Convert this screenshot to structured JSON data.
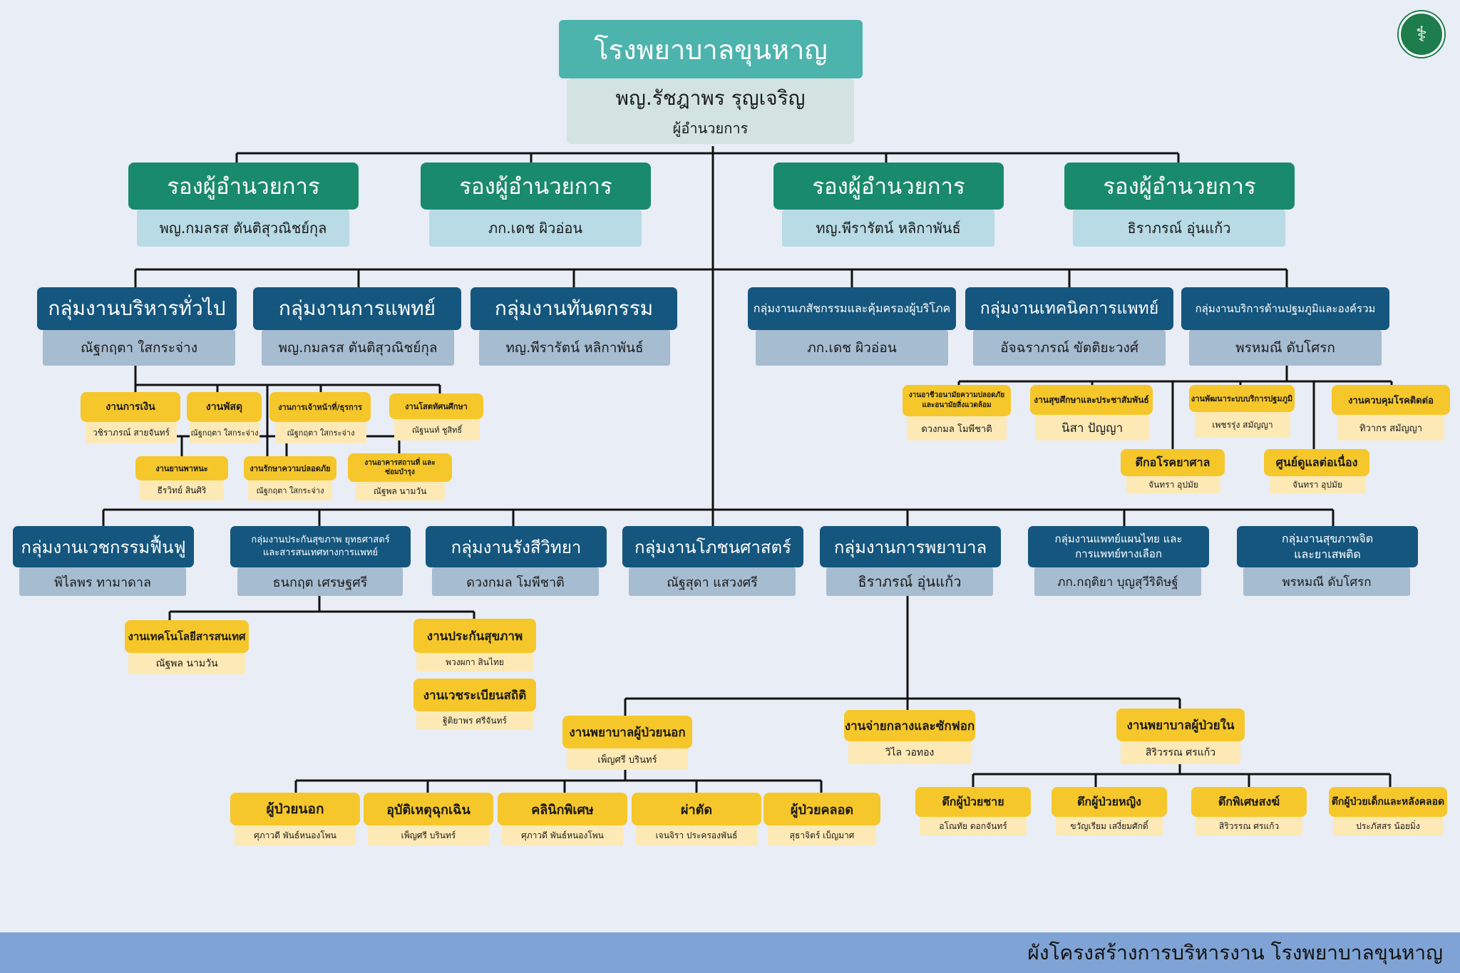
{
  "root": {
    "title": "โรงพยาบาลขุนหาญ",
    "name": "พญ.รัชฎาพร    รุญเจริญ",
    "position": "ผู้อำนวยการ"
  },
  "deputies": [
    {
      "title": "รองผู้อำนวยการ",
      "name": "พญ.กมลรส ตันติสุวณิชย์กุล"
    },
    {
      "title": "รองผู้อำนวยการ",
      "name": "ภก.เดช    ผิวอ่อน"
    },
    {
      "title": "รองผู้อำนวยการ",
      "name": "ทญ.พีรารัตน์  หลิกาพันธ์"
    },
    {
      "title": "รองผู้อำนวยการ",
      "name": "ธิราภรณ์  อุ่นแก้ว"
    }
  ],
  "groups_row1": [
    {
      "title": "กลุ่มงานบริหารทั่วไป",
      "name": "ณัฐกฤตา ใสกระจ่าง"
    },
    {
      "title": "กลุ่มงานการแพทย์",
      "name": "พญ.กมลรส ตันติสุวณิชย์กุล"
    },
    {
      "title": "กลุ่มงานทันตกรรม",
      "name": "ทญ.พีรารัตน์  หลิกาพันธ์"
    },
    {
      "title": "กลุ่มงานเภสัชกรรมและคุ้มครองผู้บริโภค",
      "name": "ภก.เดช    ผิวอ่อน"
    },
    {
      "title": "กลุ่มงานเทคนิคการแพทย์",
      "name": "อัจฉราภรณ์  ขัตติยะวงศ์"
    },
    {
      "title": "กลุ่มงานบริการด้านปฐมภูมิและองค์รวม",
      "name": "พรหมณี ดับโศรก"
    }
  ],
  "admin_units": [
    {
      "title": "งานการเงิน",
      "name": "วชิราภรณ์ สายจันทร์"
    },
    {
      "title": "งานพัสดุ",
      "name": "ณัฐกฤตา ใสกระจ่าง"
    },
    {
      "title": "งานการเจ้าหน้าที่/ธุรการ",
      "name": "ณัฐกฤตา ใสกระจ่าง"
    },
    {
      "title": "งานโสตทัศนศึกษา",
      "name": "ณัฐนนท์ ชูสิทธิ์"
    },
    {
      "title": "งานยานพาหนะ",
      "name": "ธีรวิทย์ สินศิริ"
    },
    {
      "title": "งานรักษาความปลอดภัย",
      "name": "ณัฐกฤตา ใสกระจ่าง"
    },
    {
      "title": "งานอาคารสถานที่ และซ่อมบำรุง",
      "name": "ณัฐพล นามวัน"
    }
  ],
  "primary_units": [
    {
      "title": "งานอาชีวอนามัยความปลอดภัย และอนามัยสิ่งแวดล้อม",
      "name": "ดวงกมล โมพีชาติ"
    },
    {
      "title": "งานสุขศึกษาและประชาสัมพันธ์",
      "name": "นิสา ปัญญา"
    },
    {
      "title": "งานพัฒนาระบบบริการปฐมภูมิ",
      "name": "เพชรรุ่ง สมัญญา"
    },
    {
      "title": "งานควบคุมโรคติดต่อ",
      "name": "ทิวากร สมัญญา"
    },
    {
      "title": "ตึกอโรคยาศาล",
      "name": "จันทรา อุปมัย"
    },
    {
      "title": "ศูนย์ดูแลต่อเนื่อง",
      "name": "จันทรา อุปมัย"
    }
  ],
  "groups_row2": [
    {
      "title": "กลุ่มงานเวชกรรมฟื้นฟู",
      "name": "พิไลพร  ทามาดาล"
    },
    {
      "title": "กลุ่มงานประกันสุขภาพ ยุทธศาสตร์ และสารสนเทศทางการแพทย์",
      "name": "ธนกฤต  เศรษฐศรี"
    },
    {
      "title": "กลุ่มงานรังสีวิทยา",
      "name": "ดวงกมล โมพีชาติ"
    },
    {
      "title": "กลุ่มงานโภชนศาสตร์",
      "name": "ณัฐสุดา  แสวงศรี"
    },
    {
      "title": "กลุ่มงานการพยาบาล",
      "name": "ธิราภรณ์  อุ่นแก้ว"
    },
    {
      "title": "กลุ่มงานแพทย์แผนไทย และการแพทย์ทางเลือก",
      "name": "ภก.กฤติยา บุญสุวีริดิษฐ์"
    },
    {
      "title": "กลุ่มงานสุขภาพจิต และยาเสพติด",
      "name": "พรหมณี ดับโศรก"
    }
  ],
  "insurance_units": [
    {
      "title": "งานเทคโนโลยีสารสนเทศ",
      "name": "ณัฐพล นามวัน"
    },
    {
      "title": "งานประกันสุขภาพ",
      "name": "พวงผกา สินไทย"
    },
    {
      "title": "งานเวชระเบียนสถิติ",
      "name": "ฐิติยาพร ศรีจันทร์"
    }
  ],
  "nursing_units": [
    {
      "title": "งานพยาบาลผู้ป่วยนอก",
      "name": "เพ็ญศรี บรินทร์"
    },
    {
      "title": "งานจ่ายกลางและซักฟอก",
      "name": "วิไล วอทอง"
    },
    {
      "title": "งานพยาบาลผู้ป่วยใน",
      "name": "สิริวรรณ  ศรแก้ว"
    }
  ],
  "opd_units": [
    {
      "title": "ผู้ป่วยนอก",
      "name": "ศุภาวดี พันธ์หนองโพน"
    },
    {
      "title": "อุบัติเหตุฉุกเฉิน",
      "name": "เพ็ญศรี บรินทร์"
    },
    {
      "title": "คลินิกพิเศษ",
      "name": "ศุภาวดี พันธ์หนองโพน"
    },
    {
      "title": "ผ่าตัด",
      "name": "เจนจิรา ประครองพันธ์"
    },
    {
      "title": "ผู้ป่วยคลอด",
      "name": "สุธาจิตร์  เบ็ญมาศ"
    }
  ],
  "ipd_units": [
    {
      "title": "ตึกผู้ป่วยชาย",
      "name": "อโณทัย ดอกจันทร์"
    },
    {
      "title": "ตึกผู้ป่วยหญิง",
      "name": "ขวัญเรียม เสงี่ยมศักดิ์"
    },
    {
      "title": "ตึกพิเศษสงฆ์",
      "name": "สิริวรรณ  ศรแก้ว"
    },
    {
      "title": "ตึกผู้ป่วยเด็กและหลังคลอด",
      "name": "ประภัสสร น้อยมิ่ง"
    }
  ],
  "footer": {
    "text": "ผังโครงสร้างการบริหารงาน โรงพยาบาลขุนหาญ"
  },
  "emblem": {
    "icon": "ministry-of-public-health-emblem",
    "color": "#1e7d4c"
  },
  "colors": {
    "root_title": "#4db3ad",
    "deputy_title": "#1a8a6c",
    "group_title": "#14567e",
    "unit_title": "#f6c72a",
    "footer": "#7fa3d4",
    "background": "#e9edf6"
  }
}
